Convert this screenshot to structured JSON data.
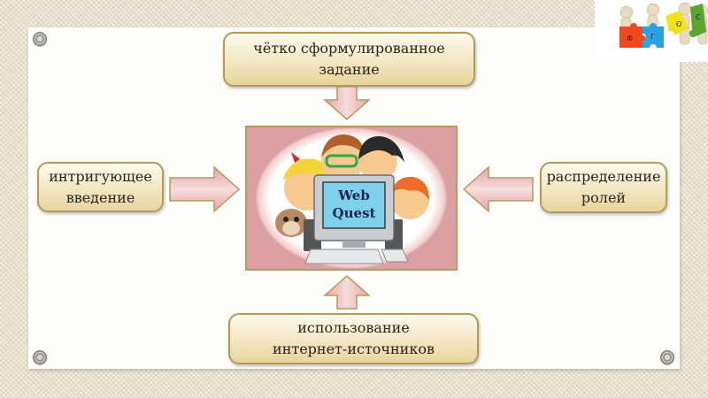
{
  "slide": {
    "background_color": "#ece3cc",
    "paper_color": "#fdfdfc"
  },
  "logo": {
    "label": "ФГОС",
    "letters": [
      "Ф",
      "Г",
      "О",
      "С"
    ],
    "piece_colors": [
      "#f04a1c",
      "#2aa3e0",
      "#f2e21a",
      "#5aa52c"
    ]
  },
  "center_image": {
    "screen_text_line1": "Web",
    "screen_text_line2": "Quest",
    "frame_color": "#b79b57"
  },
  "boxes": {
    "top": {
      "line1": "чётко сформулированное",
      "line2": "задание"
    },
    "left": {
      "line1": "интригующее",
      "line2": "введение"
    },
    "right": {
      "line1": "распределение",
      "line2": "ролей"
    },
    "bottom": {
      "line1": "использование",
      "line2": "интернет-источников"
    }
  },
  "colors": {
    "box_border": "#b49a55",
    "box_fill_top": "#fdf9ec",
    "box_fill_bottom": "#e7d49e",
    "arrow_fill_light": "#f8dcdc",
    "arrow_fill_dark": "#e3a3a6",
    "arrow_border": "#b89a5a",
    "text": "#2b2418"
  }
}
